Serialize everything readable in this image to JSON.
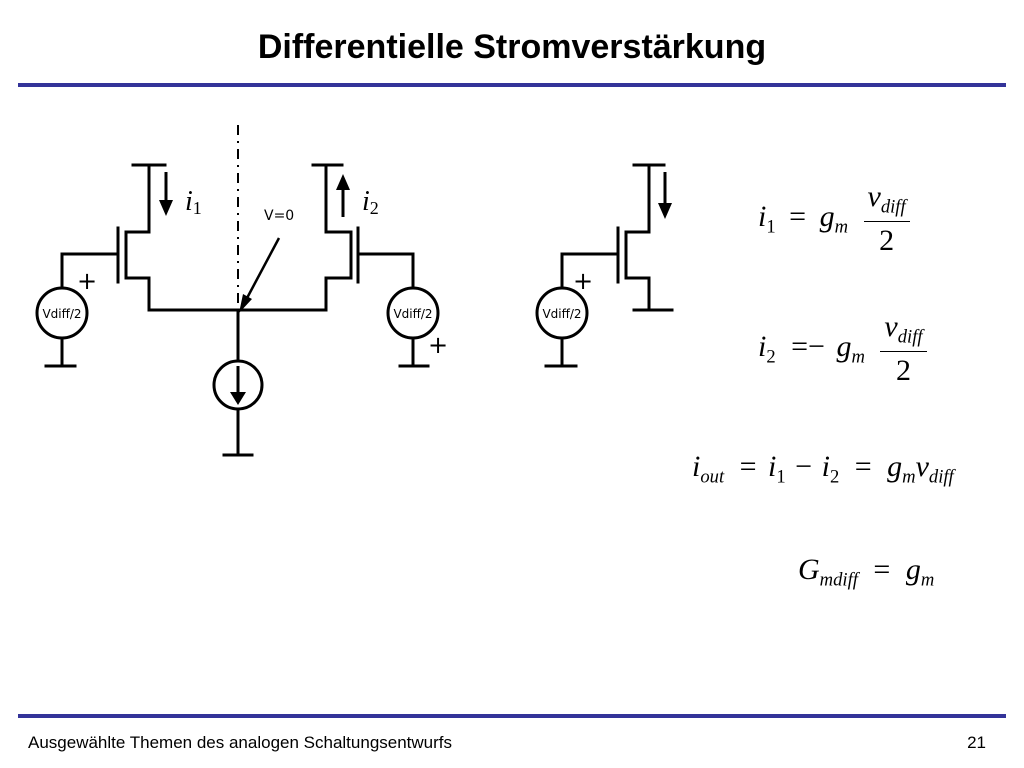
{
  "slide": {
    "title": "Differentielle Stromverstärkung",
    "accent_color": "#333399",
    "footer": "Ausgewählte Themen des analogen Schaltungsentwurfs",
    "page_number": "21"
  },
  "circuit": {
    "source_label": "Vdiff/2",
    "plus_sign": "+",
    "node_voltage": "V=0",
    "current_1": "i",
    "current_1_sub": "1",
    "current_2": "i",
    "current_2_sub": "2"
  },
  "equations": {
    "eq1": {
      "lhs": "i",
      "lhs_sub": "1",
      "op": "=",
      "g": "g",
      "g_sub": "m",
      "num": "v",
      "num_sub": "diff",
      "den": "2"
    },
    "eq2": {
      "lhs": "i",
      "lhs_sub": "2",
      "op": "=−",
      "g": "g",
      "g_sub": "m",
      "num": "v",
      "num_sub": "diff",
      "den": "2"
    },
    "eq3": {
      "lhs": "i",
      "lhs_sub": "out",
      "op1": "=",
      "a": "i",
      "a_sub": "1",
      "minus": "−",
      "b": "i",
      "b_sub": "2",
      "op2": "=",
      "g": "g",
      "g_sub": "m",
      "v": "v",
      "v_sub": "diff"
    },
    "eq4": {
      "lhs": "G",
      "lhs_sub": "mdiff",
      "op": "=",
      "g": "g",
      "g_sub": "m"
    }
  }
}
